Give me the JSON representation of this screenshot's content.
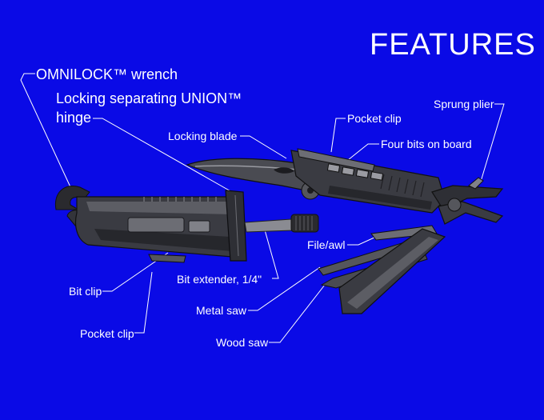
{
  "title": "FEATURES",
  "labels": {
    "omnilock_wrench": "OMNILOCK™ wrench",
    "union_hinge_line1": "Locking separating UNION™",
    "union_hinge_line2": "hinge",
    "locking_blade": "Locking blade",
    "pocket_clip_top": "Pocket clip",
    "four_bits": "Four bits on board",
    "sprung_plier": "Sprung plier",
    "file_awl": "File/awl",
    "bit_extender": "Bit extender, 1/4\"",
    "bit_clip": "Bit clip",
    "metal_saw": "Metal saw",
    "pocket_clip_bottom": "Pocket clip",
    "wood_saw": "Wood saw"
  },
  "colors": {
    "background": "#0a0ae6",
    "text": "#ffffff",
    "tool_dark": "#2a2a2e",
    "tool_mid": "#55565c",
    "tool_light": "#8a8b92"
  }
}
